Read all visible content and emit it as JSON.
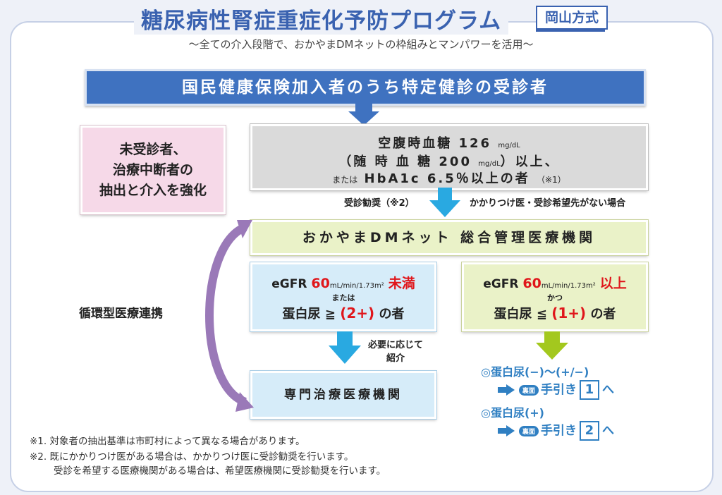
{
  "header": {
    "title": "糖尿病性腎症重症化予防プログラム",
    "badge": "岡山方式",
    "subtitle": "～全ての介入段階で、おかやまDMネットの枠組みとマンパワーを活用～"
  },
  "flow": {
    "top_box": "国民健康保険加入者のうち特定健診の受診者",
    "untreated_box": {
      "line1": "未受診者、",
      "line2": "治療中断者の",
      "line3": "抽出と介入を強化"
    },
    "criteria_box": {
      "l1_a": "空腹時血糖 126",
      "l1_unit": "mg/dL",
      "l2_a": "（随 時 血 糖 200",
      "l2_unit": "mg/dL",
      "l2_b": "）以上、",
      "l3_prefix": "または",
      "l3_main": "HbA1c 6.5％以上の者",
      "l3_note": "（※1）"
    },
    "recommend_label": "受診勧奨（※2）",
    "no_doctor_label": "かかりつけ医・受診希望先がない場合",
    "network_box": "おかやまDMネット 総合管理医療機関",
    "left_cond": {
      "egfr": "eGFR",
      "val": "60",
      "unit": "mL/min/1.73m²",
      "judge": "未満",
      "or": "または",
      "protein": "蛋白尿 ≧",
      "grade": "(2+)",
      "suffix": "の者"
    },
    "right_cond": {
      "egfr": "eGFR",
      "val": "60",
      "unit": "mL/min/1.73m²",
      "judge": "以上",
      "and": "かつ",
      "protein": "蛋白尿 ≦",
      "grade": "(1+)",
      "suffix": "の者"
    },
    "referral_label": {
      "line1": "必要に応じて",
      "line2": "紹介"
    },
    "specialist_box": "専門治療医療機関",
    "cycle_label": "循環型医療連携",
    "guide1": {
      "heading": "◎蛋白尿(−)～(+/−)",
      "ura": "裏面",
      "text": "手引き",
      "num": "1",
      "suffix": "へ"
    },
    "guide2": {
      "heading": "◎蛋白尿(+)",
      "ura": "裏面",
      "text": "手引き",
      "num": "2",
      "suffix": "へ"
    }
  },
  "footnotes": {
    "n1": "※1. 対象者の抽出基準は市町村によって異なる場合があります。",
    "n2_a": "※2. 既にかかりつけ医がある場合は、かかりつけ医に受診勧奨を行います。",
    "n2_b": "受診を希望する医療機関がある場合は、希望医療機関に受診勧奨を行います。"
  },
  "colors": {
    "title": "#3a62b0",
    "top_bar": "#3f72c0",
    "arrow_blue": "#29a9e1",
    "arrow_green": "#a3c81e",
    "cycle": "#9a79b8",
    "red": "#e0161b"
  }
}
